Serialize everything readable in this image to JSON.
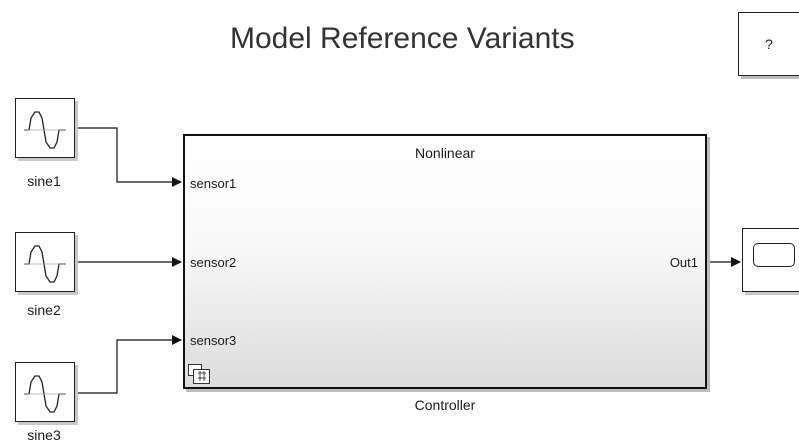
{
  "title": "Model Reference Variants",
  "help_button": {
    "label": "?"
  },
  "sources": [
    {
      "label": "sine1"
    },
    {
      "label": "sine2"
    },
    {
      "label": "sine3"
    }
  ],
  "controller": {
    "variant_label": "Nonlinear",
    "caption": "Controller",
    "inports": [
      "sensor1",
      "sensor2",
      "sensor3"
    ],
    "outport": "Out1"
  },
  "scope": {
    "icon": "scope-icon"
  }
}
